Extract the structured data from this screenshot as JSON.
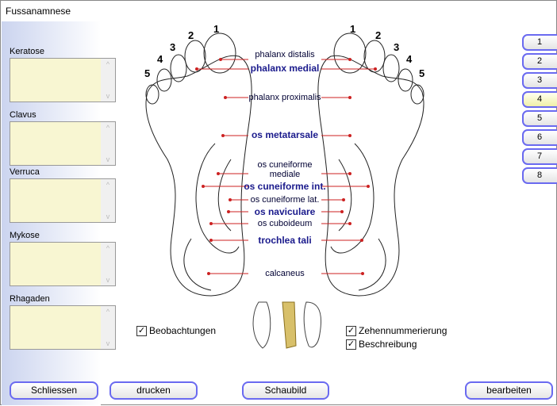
{
  "window": {
    "title": "Fussanamnese"
  },
  "fields": [
    {
      "label": "Keratose",
      "value": ""
    },
    {
      "label": "Clavus",
      "value": ""
    },
    {
      "label": "Verruca",
      "value": ""
    },
    {
      "label": "Mykose",
      "value": ""
    },
    {
      "label": "Rhagaden",
      "value": ""
    }
  ],
  "foot_labels": [
    {
      "text": "phalanx distalis",
      "bold": false
    },
    {
      "text": "phalanx medial",
      "bold": true
    },
    {
      "text": "phalanx proximalis",
      "bold": false
    },
    {
      "text": "os metatarsale",
      "bold": true
    },
    {
      "text": "os cuneiforme\nmediale",
      "bold": false
    },
    {
      "text": "os cuneiforme int.",
      "bold": true
    },
    {
      "text": "os cuneiforme lat.",
      "bold": false
    },
    {
      "text": "os naviculare",
      "bold": true
    },
    {
      "text": "os cuboideum",
      "bold": false
    },
    {
      "text": "trochlea tali",
      "bold": true
    },
    {
      "text": "calcaneus",
      "bold": false
    }
  ],
  "toe_numbers": [
    "1",
    "2",
    "3",
    "4",
    "5"
  ],
  "tabs": [
    "1",
    "2",
    "3",
    "4",
    "5",
    "6",
    "7",
    "8"
  ],
  "selected_tab": "4",
  "checkboxes": {
    "beobachtungen": {
      "label": "Beobachtungen",
      "checked": true
    },
    "zehen": {
      "label": "Zehennummerierung",
      "checked": true
    },
    "beschreibung": {
      "label": "Beschreibung",
      "checked": true
    }
  },
  "buttons": {
    "close": "Schliessen",
    "print": "drucken",
    "diagram": "Schaubild",
    "edit": "bearbeiten"
  },
  "colors": {
    "accent": "#6a6af0",
    "field_bg": "#f8f6d2",
    "label_bold": "#1a1a8c",
    "line": "#cc2222"
  }
}
